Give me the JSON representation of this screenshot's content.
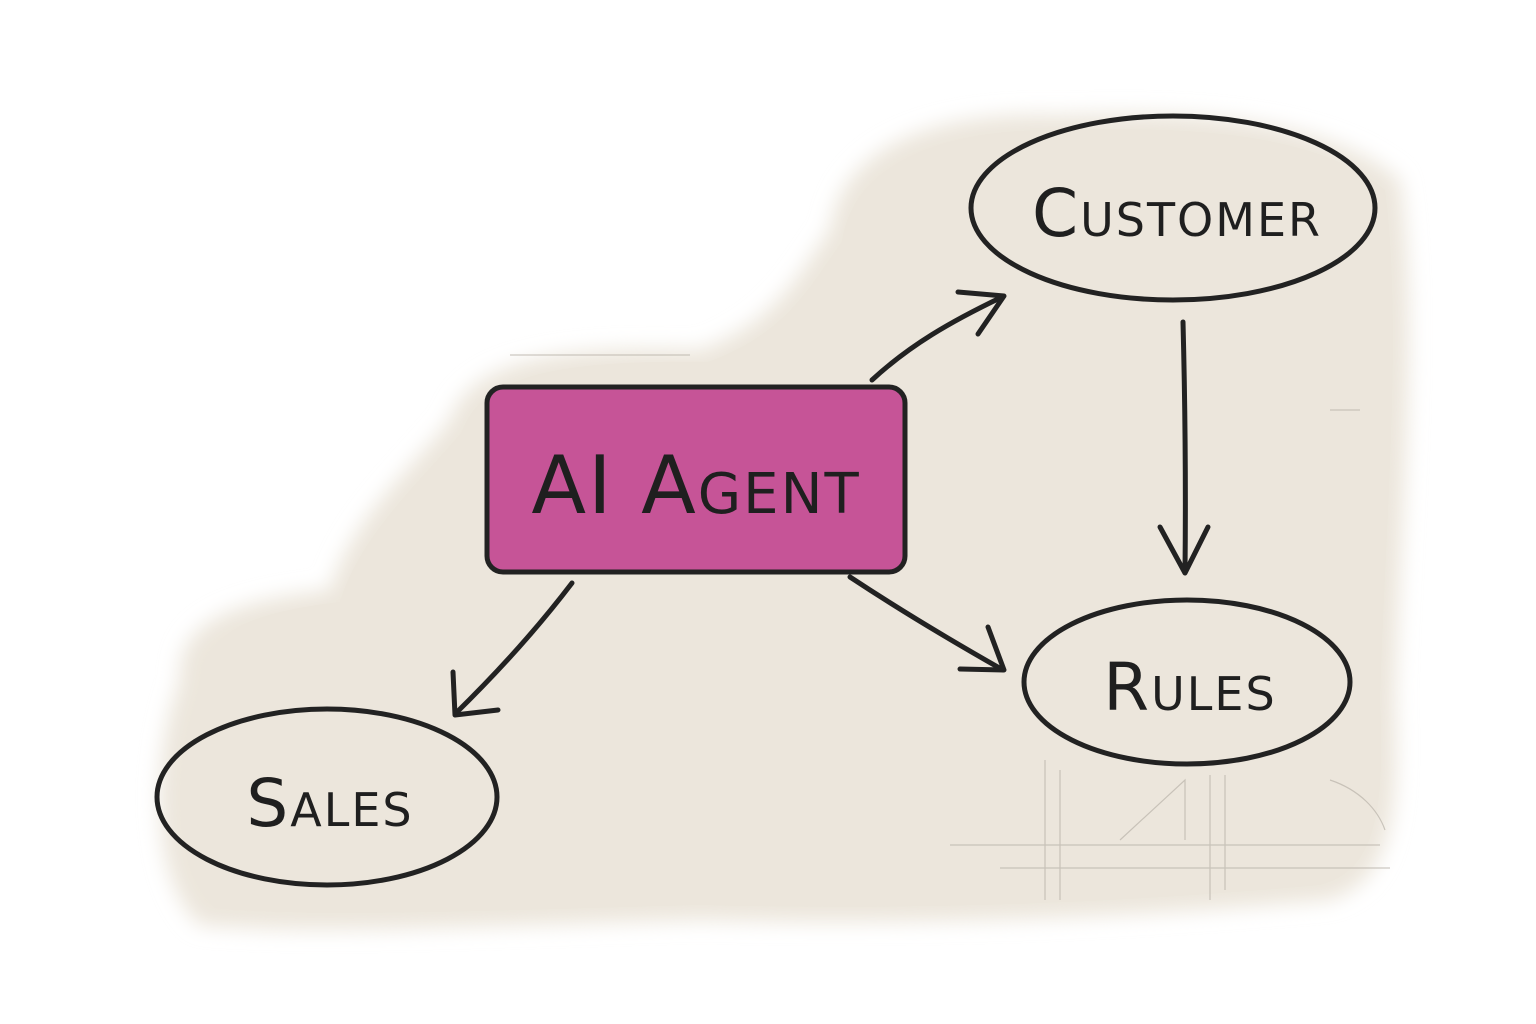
{
  "diagram": {
    "background_color": "#ffffff",
    "paper_color": "#ece6dc",
    "ink_color": "#222222",
    "agent_fill": "#c65497",
    "nodes": {
      "agent": {
        "label": "AI Agent",
        "shape": "rounded-rectangle"
      },
      "customer": {
        "label": "Customer",
        "shape": "ellipse"
      },
      "rules": {
        "label": "Rules",
        "shape": "ellipse"
      },
      "sales": {
        "label": "Sales",
        "shape": "ellipse"
      }
    },
    "edges": [
      {
        "from": "AI Agent",
        "to": "Customer"
      },
      {
        "from": "AI Agent",
        "to": "Rules"
      },
      {
        "from": "AI Agent",
        "to": "Sales"
      },
      {
        "from": "Customer",
        "to": "Rules"
      }
    ]
  }
}
